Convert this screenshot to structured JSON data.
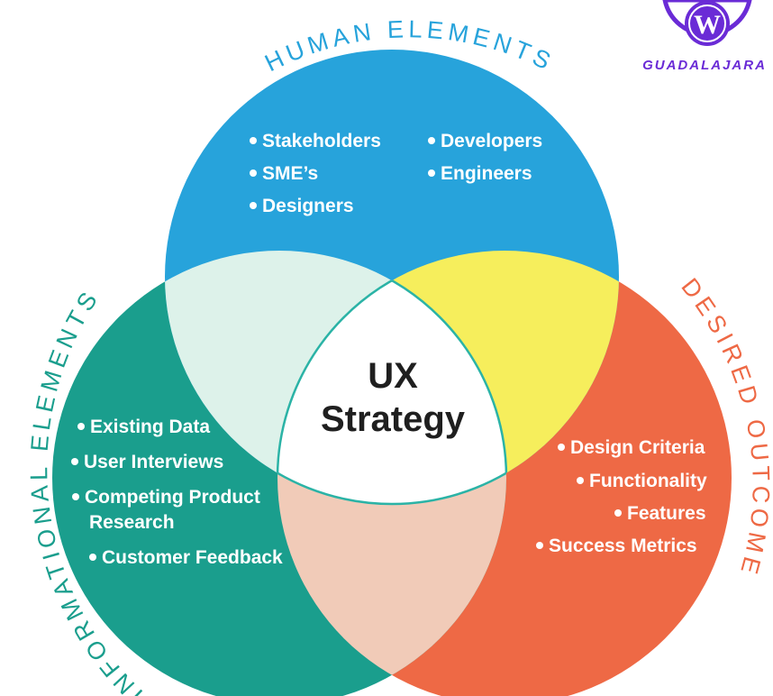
{
  "diagram": {
    "title": {
      "line1": "UX",
      "line2": "Strategy"
    },
    "circles": {
      "human": {
        "label": "HUMAN ELEMENTS",
        "color": "#27A3DB",
        "items_left": [
          "Stakeholders",
          "SME’s",
          "Designers"
        ],
        "items_right": [
          "Developers",
          "Engineers"
        ]
      },
      "informational": {
        "label": "INFORMATIONAL ELEMENTS",
        "color": "#1A9E8D",
        "items": [
          "Existing Data",
          "User Interviews",
          "Competing Product",
          "Research",
          "Customer Feedback"
        ]
      },
      "desired": {
        "label": "DESIRED OUTCOMES",
        "color": "#EE6945",
        "items": [
          "Design Criteria",
          "Functionality",
          "Features",
          "Success Metrics"
        ]
      }
    },
    "overlaps": {
      "human_info": "#DDF2EA",
      "human_desired": "#F6EE5C",
      "info_desired": "#F1CBB8",
      "center": "#FFFFFF"
    }
  },
  "logo": {
    "text": "GUADALAJARA",
    "glyph": "W",
    "color": "#6A2BD6"
  }
}
